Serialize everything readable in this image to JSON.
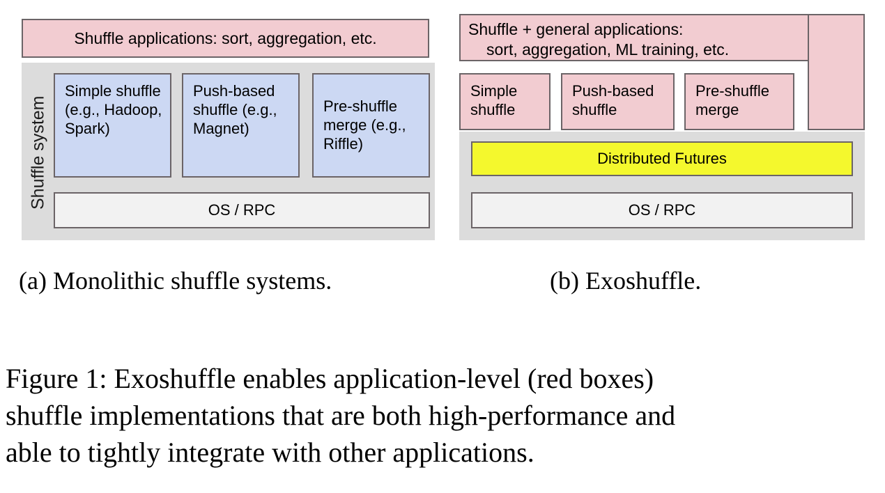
{
  "figure": {
    "caption": "Figure 1: Exoshuffle enables application-level (red boxes) shuffle implementations that are both high-performance and able to tightly integrate with other applications.",
    "caption_line1": "Figure 1: Exoshuffle enables application-level (red boxes)",
    "caption_line2": "shuffle implementations that are both high-performance and",
    "caption_line3": "able to tightly integrate with other applications."
  },
  "colors": {
    "pink": "#f2ccd1",
    "blue": "#ccd8f3",
    "yellow": "#f4f82d",
    "panel_gray": "#dcdcdc",
    "box_white": "#f2f2f2",
    "border": "#6b6467"
  },
  "panel_a": {
    "caption": "(a) Monolithic shuffle systems.",
    "apps_box": "Shuffle applications: sort, aggregation, etc.",
    "system_label": "Shuffle system",
    "components": [
      "Simple shuffle (e.g., Hadoop, Spark)",
      "Push-based shuffle (e.g., Magnet)",
      "Pre-shuffle merge (e.g., Riffle)"
    ],
    "base_box": "OS / RPC"
  },
  "panel_b": {
    "caption": "(b) Exoshuffle.",
    "apps_box_line1": "Shuffle + general applications:",
    "apps_box_line2": "sort, aggregation, ML training, etc.",
    "components": [
      "Simple shuffle",
      "Push-based shuffle",
      "Pre-shuffle merge"
    ],
    "futures_box": "Distributed Futures",
    "base_box": "OS / RPC"
  }
}
